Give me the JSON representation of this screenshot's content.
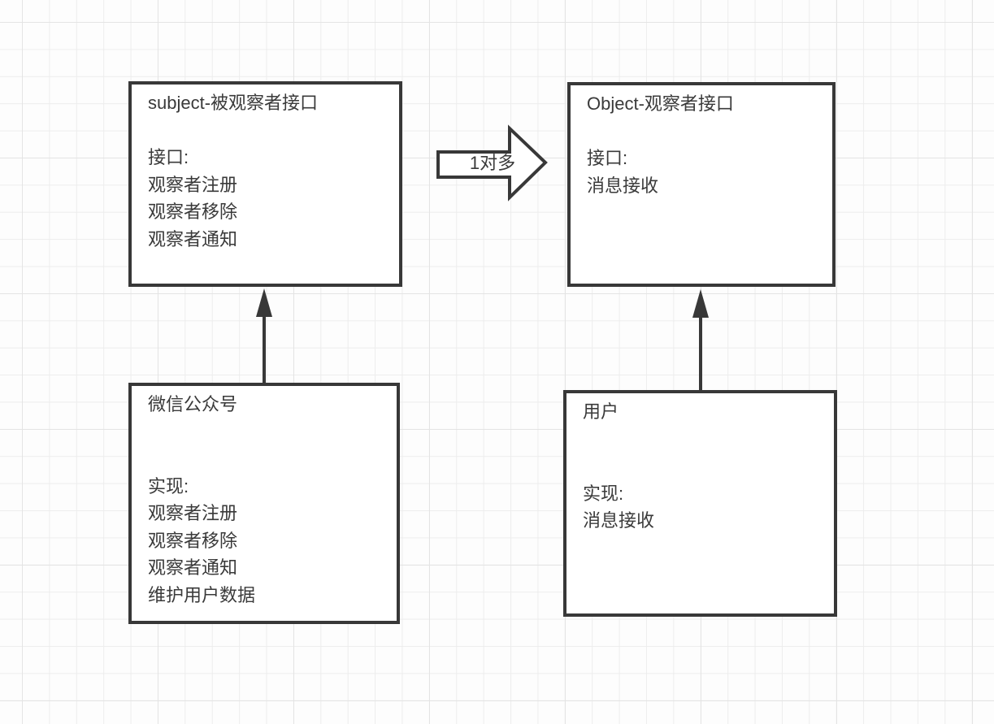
{
  "canvas": {
    "background": "#fdfdfd",
    "grid_minor_color": "#ededed",
    "grid_major_color": "#e4e4e4",
    "stroke_color": "#383838",
    "text_color": "#3a3a3a"
  },
  "boxes": [
    {
      "id": "subject-interface",
      "title": "subject-被观察者接口",
      "lines": [
        "",
        "接口:",
        "观察者注册",
        "观察者移除",
        "观察者通知"
      ]
    },
    {
      "id": "observer-interface",
      "title": "Object-观察者接口",
      "lines": [
        "",
        "接口:",
        "消息接收"
      ]
    },
    {
      "id": "wechat-official-account",
      "title": "微信公众号",
      "lines": [
        "",
        "",
        "实现:",
        "观察者注册",
        "观察者移除",
        "观察者通知",
        "维护用户数据"
      ]
    },
    {
      "id": "user",
      "title": "用户",
      "lines": [
        "",
        "",
        "实现:",
        "消息接收"
      ]
    }
  ],
  "connector": {
    "label": "1对多"
  }
}
